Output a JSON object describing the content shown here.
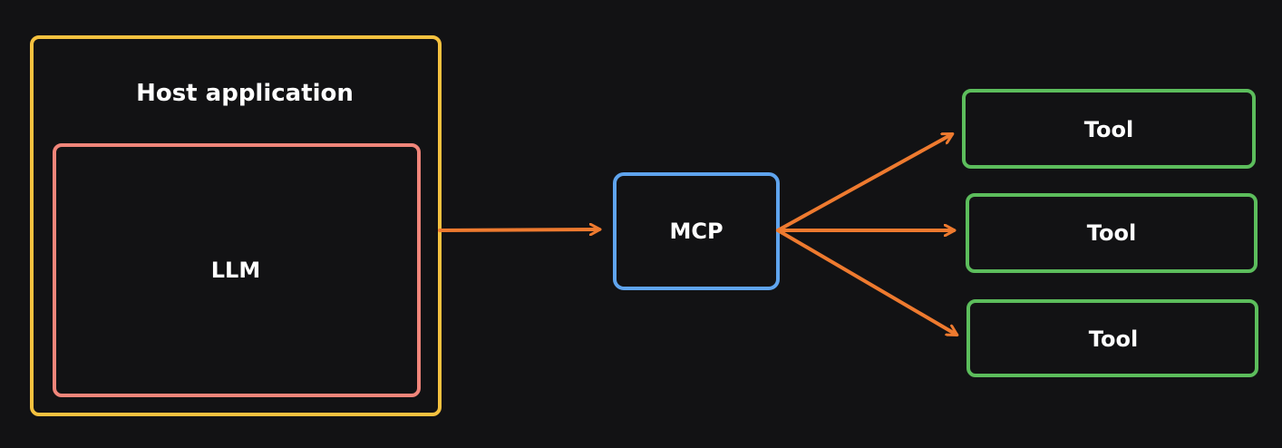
{
  "host_application": {
    "label": "Host application",
    "color": "#f5c13f",
    "llm": {
      "label": "LLM",
      "color": "#f0857a"
    }
  },
  "mcp": {
    "label": "MCP",
    "color": "#5fa4ee"
  },
  "tools": [
    {
      "label": "Tool",
      "color": "#5cbd5c"
    },
    {
      "label": "Tool",
      "color": "#5cbd5c"
    },
    {
      "label": "Tool",
      "color": "#5cbd5c"
    }
  ],
  "arrow_color": "#ee7a2f",
  "background_color": "#121214"
}
